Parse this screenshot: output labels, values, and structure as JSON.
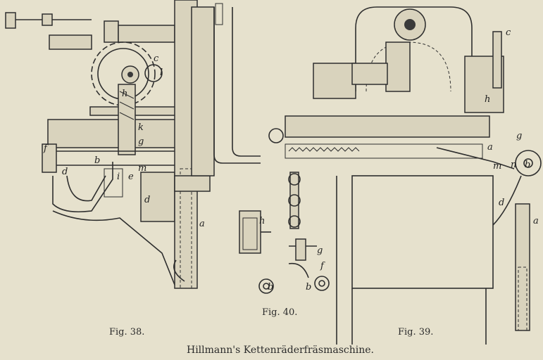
{
  "figures": [
    {
      "caption": "Fig. 38."
    },
    {
      "caption": "Fig. 40."
    },
    {
      "caption": "Fig. 39."
    }
  ],
  "title": "Hillmann's Kettenräderfräsmaschine.",
  "part_labels": {
    "fig38": [
      "c",
      "l",
      "h",
      "k",
      "g",
      "e",
      "i",
      "m",
      "b",
      "d",
      "d",
      "f",
      "a"
    ],
    "fig40": [
      "h",
      "g",
      "f",
      "b",
      "b"
    ],
    "fig39": [
      "c",
      "h",
      "g",
      "a",
      "m",
      "n",
      "b",
      "d",
      "a"
    ]
  },
  "colors": {
    "paper": "#e6e1cd",
    "ink": "#2e2e2e"
  }
}
